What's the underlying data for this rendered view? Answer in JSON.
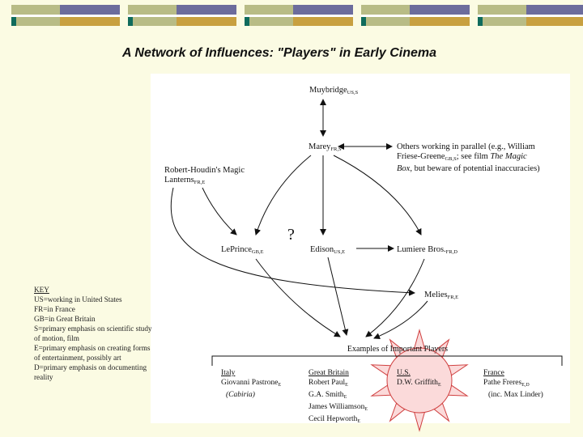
{
  "title": "A Network of Influences: \"Players\" in Early Cinema",
  "colors": {
    "band_green": "#b8bc86",
    "band_blue": "#6c6c9c",
    "band_teal": "#0f6b5c",
    "band_gold": "#c8a040",
    "sun_fill": "#fbdada",
    "sun_stroke": "#d04040"
  },
  "nodes": {
    "muybridge": {
      "name": "Muybridge",
      "sub": "US,S"
    },
    "marey": {
      "name": "Marey",
      "sub": "FR,S"
    },
    "others": {
      "line1": "Others working in parallel (e.g., William",
      "line2a": "Friese-Greene",
      "line2sub": "GB,S",
      "line2b": "; see film ",
      "line2film": "The Magic",
      "line3film": "Box",
      "line3b": ", but beware of potential inaccuracies)"
    },
    "robert": {
      "line1": "Robert-Houdin's Magic",
      "line2": "Lanterns",
      "sub": "FR,E"
    },
    "leprince": {
      "name": "LePrince",
      "sub": "GB,E"
    },
    "edison": {
      "name": "Edison",
      "sub": "US,E"
    },
    "lumiere": {
      "name": "Lumiere Bros.",
      "sub": "FR,D"
    },
    "melies": {
      "name": "Melies",
      "sub": "FR,E"
    }
  },
  "question_mark": "?",
  "key": {
    "title": "KEY",
    "lines": [
      "US=working in United States",
      "FR=in France",
      "GB=in Great Britain",
      "S=primary emphasis on scientific study",
      "of motion, film",
      "E=primary emphasis on creating forms",
      "of entertainment, possibly art",
      "D=primary emphasis on documenting",
      "reality"
    ]
  },
  "examples": {
    "title": "Examples of Important Players",
    "italy": {
      "heading": "Italy",
      "l1": "Giovanni Pastrone",
      "l1sub": "E",
      "l2": "(Cabiria)"
    },
    "britain": {
      "heading": "Great Britain",
      "rows": [
        {
          "name": "Robert Paul",
          "sub": "E"
        },
        {
          "name": "G.A. Smith",
          "sub": "E"
        },
        {
          "name": "James Williamson",
          "sub": "E"
        },
        {
          "name": "Cecil Hepworth",
          "sub": "E"
        }
      ]
    },
    "us": {
      "heading": "U.S.",
      "name": "D.W. Griffith",
      "sub": "E"
    },
    "france": {
      "heading": "France",
      "name": "Pathe Freres",
      "sub": "E,D",
      "l2": "(inc. Max Linder)"
    }
  }
}
